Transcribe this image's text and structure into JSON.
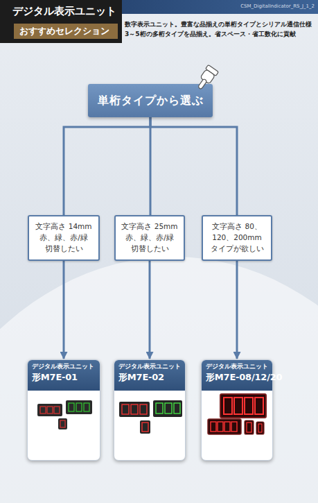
{
  "diagram": {
    "title": "デジタル表示ユニット",
    "nodes": [
      {
        "text": [
          "単桁タイプから選ぶ"
        ]
      },
      {
        "text": [
          "文字高さ 14mm 赤、緑、赤/緑 切替したい"
        ]
      },
      {
        "text": [
          "文字高さ 25mm 赤、緑、赤/緑 切替したい"
        ]
      },
      {
        "text": [
          "文字高さ 80、120、200mm タイプが欲しい"
        ]
      },
      {
        "text": [
          "デジタル表示ユニット",
          "形M7E-01"
        ]
      },
      {
        "text": [
          "デジタル表示ユニット",
          "形M7E-02"
        ]
      },
      {
        "text": [
          "デジタル表示ユニット",
          "形M7E-08/12/20"
        ]
      }
    ],
    "edges": [
      {
        "from": 0,
        "to": 1,
        "arrow": "none"
      },
      {
        "from": 0,
        "to": 2,
        "arrow": "none"
      },
      {
        "from": 0,
        "to": 3,
        "arrow": "none"
      },
      {
        "from": 1,
        "to": 4,
        "arrow": "to"
      },
      {
        "from": 2,
        "to": 5,
        "arrow": "to"
      },
      {
        "from": 3,
        "to": 6,
        "arrow": "to"
      }
    ],
    "labels": [
      "おすすめセレクション",
      "CSM_DigitalIndicator_RS_J_1_2",
      "数字表示ユニット。豊富な品揃えの単桁タイプとシリアル通信仕様 3～5桁の多桁タイプを品揃え。省スペース・省工数化に貢献"
    ]
  }
}
